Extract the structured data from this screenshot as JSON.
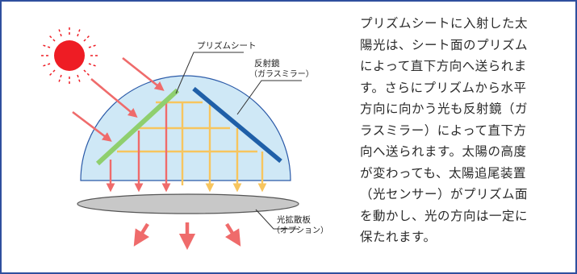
{
  "labels": {
    "prism_sheet": "プリズムシート",
    "mirror_line1": "反射鏡",
    "mirror_line2": "（ガラスミラー）",
    "diffuser_line1": "光拡散板",
    "diffuser_line2": "（オプション）"
  },
  "description": "プリズムシートに入射した太\n陽光は、シート面のプリズム\nによって直下方向へ送られま\nす。さらにプリズムから水平\n方向に向かう光も反射鏡（ガ\nラスミラー）によって直下方\n向へ送られます。太陽の高度\nが変わっても、太陽追尾装置\n（光センサー）がプリズム面\nを動かし、光の方向は一定に\n保たれます。",
  "colors": {
    "frame": "#2f4f9e",
    "sun": "#ee1c24",
    "dome_fill": "#cfe8f6",
    "dome_stroke": "#2b5aa8",
    "sunlight_arrows": "#ef6b6b",
    "prism_sheet": "#8fcf6e",
    "mirror": "#1f5fa8",
    "light_paths": "#f7c55e",
    "diffuser": "#c8c8c8"
  }
}
